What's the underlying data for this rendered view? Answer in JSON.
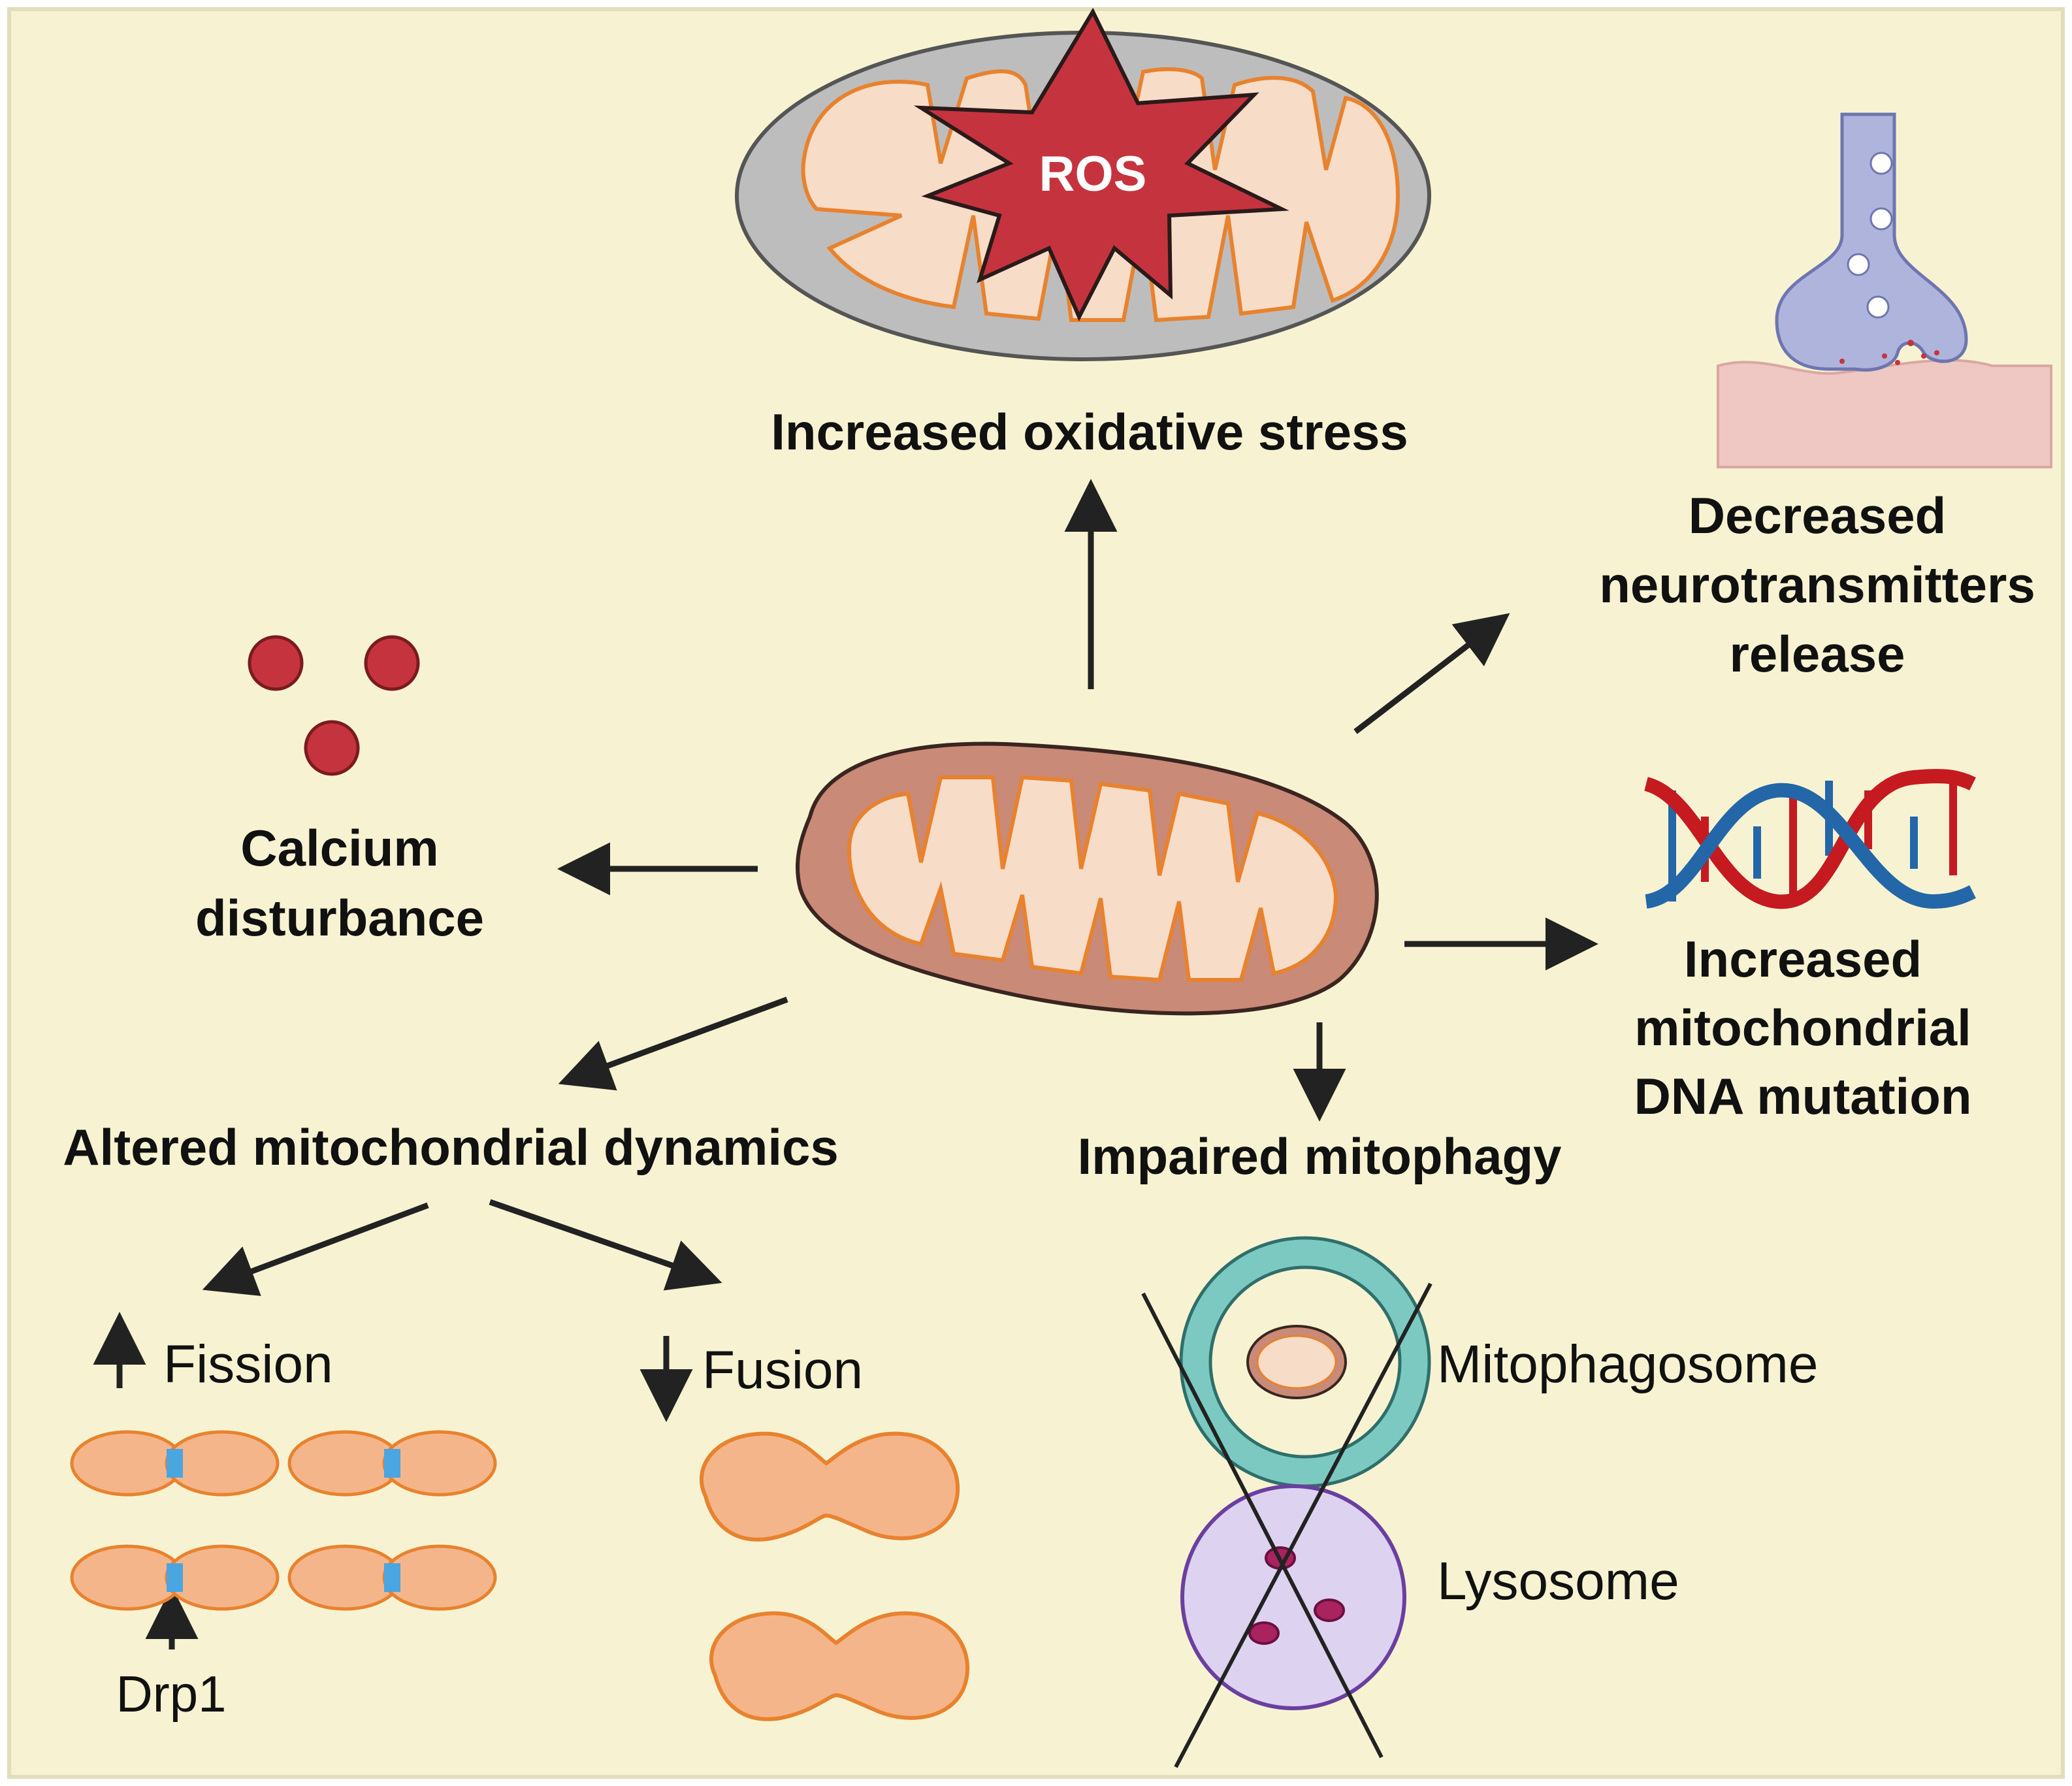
{
  "colors": {
    "background": "#f7f3d2",
    "mito_outer": "#c98a78",
    "mito_inner": "#f7dcc8",
    "mito_stroke": "#e8822e",
    "ros_star": "#c5343e",
    "calcium": "#c5343e",
    "dna_red": "#c41a20",
    "dna_blue": "#2467a8",
    "phagosome_ring": "#7cc9c2",
    "lysosome": "#ddd3f0",
    "lysosome_stroke": "#6b3fa0",
    "neuron": "#aeb4dc",
    "synapse_target": "#efc7c3",
    "arrow": "#222222"
  },
  "labels": {
    "ros": "ROS",
    "oxidative_stress": "Increased oxidative stress",
    "neurotransmitter": [
      "Decreased",
      "neurotransmitters",
      "release"
    ],
    "calcium": [
      "Calcium",
      "disturbance"
    ],
    "mtdna": [
      "Increased",
      "mitochondrial",
      "DNA mutation"
    ],
    "dynamics": "Altered mitochondrial dynamics",
    "mitophagy": "Impaired mitophagy",
    "fission": "Fission",
    "fusion": "Fusion",
    "drp1": "Drp1",
    "mitophagosome": "Mitophagosome",
    "lysosome": "Lysosome"
  }
}
